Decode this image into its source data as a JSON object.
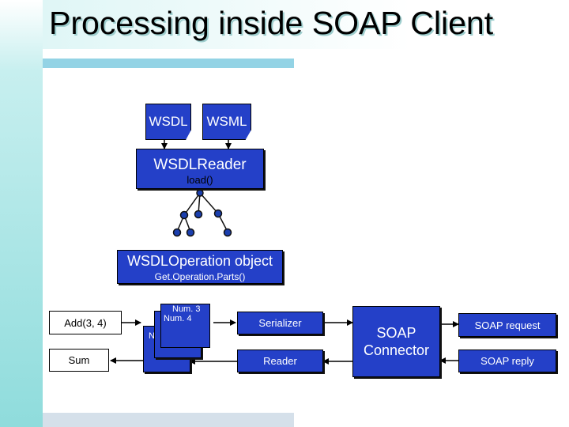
{
  "title": "Processing inside SOAP Client",
  "docs": {
    "wsdl": "WSDL",
    "wsml": "WSML"
  },
  "reader_box": {
    "name": "WSDLReader",
    "method": "load()"
  },
  "operation_box": {
    "name": "WSDLOperation object",
    "method": "Get.Operation.Parts()"
  },
  "left_boxes": {
    "add": "Add(3, 4)",
    "sum": "Sum"
  },
  "parts": {
    "num3": "Num. 3",
    "num4": "Num. 4",
    "num7": "Num. 7"
  },
  "middle_boxes": {
    "serializer": "Serializer",
    "reader": "Reader"
  },
  "connector": "SOAP\nConnector",
  "right_boxes": {
    "request": "SOAP request",
    "reply": "SOAP reply"
  }
}
